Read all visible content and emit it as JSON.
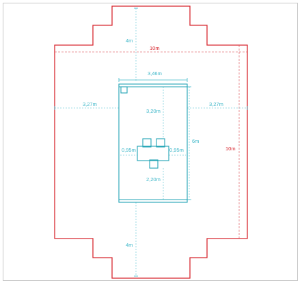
{
  "plan": {
    "colors": {
      "outline": "#d7262e",
      "cabin": "#1fa3b4",
      "dim": "#3bb6c8"
    },
    "labels": {
      "top_gap": "4m",
      "bottom_gap": "4m",
      "total_width": "10m",
      "total_height": "10m",
      "cabin_width": "3,46m",
      "left_gap": "3,27m",
      "right_gap": "3,27m",
      "cabin_height": "6m",
      "front_depth": "3,20m",
      "back_depth": "2,20m",
      "table_left": "0,95m",
      "table_right": "0,95m"
    }
  }
}
